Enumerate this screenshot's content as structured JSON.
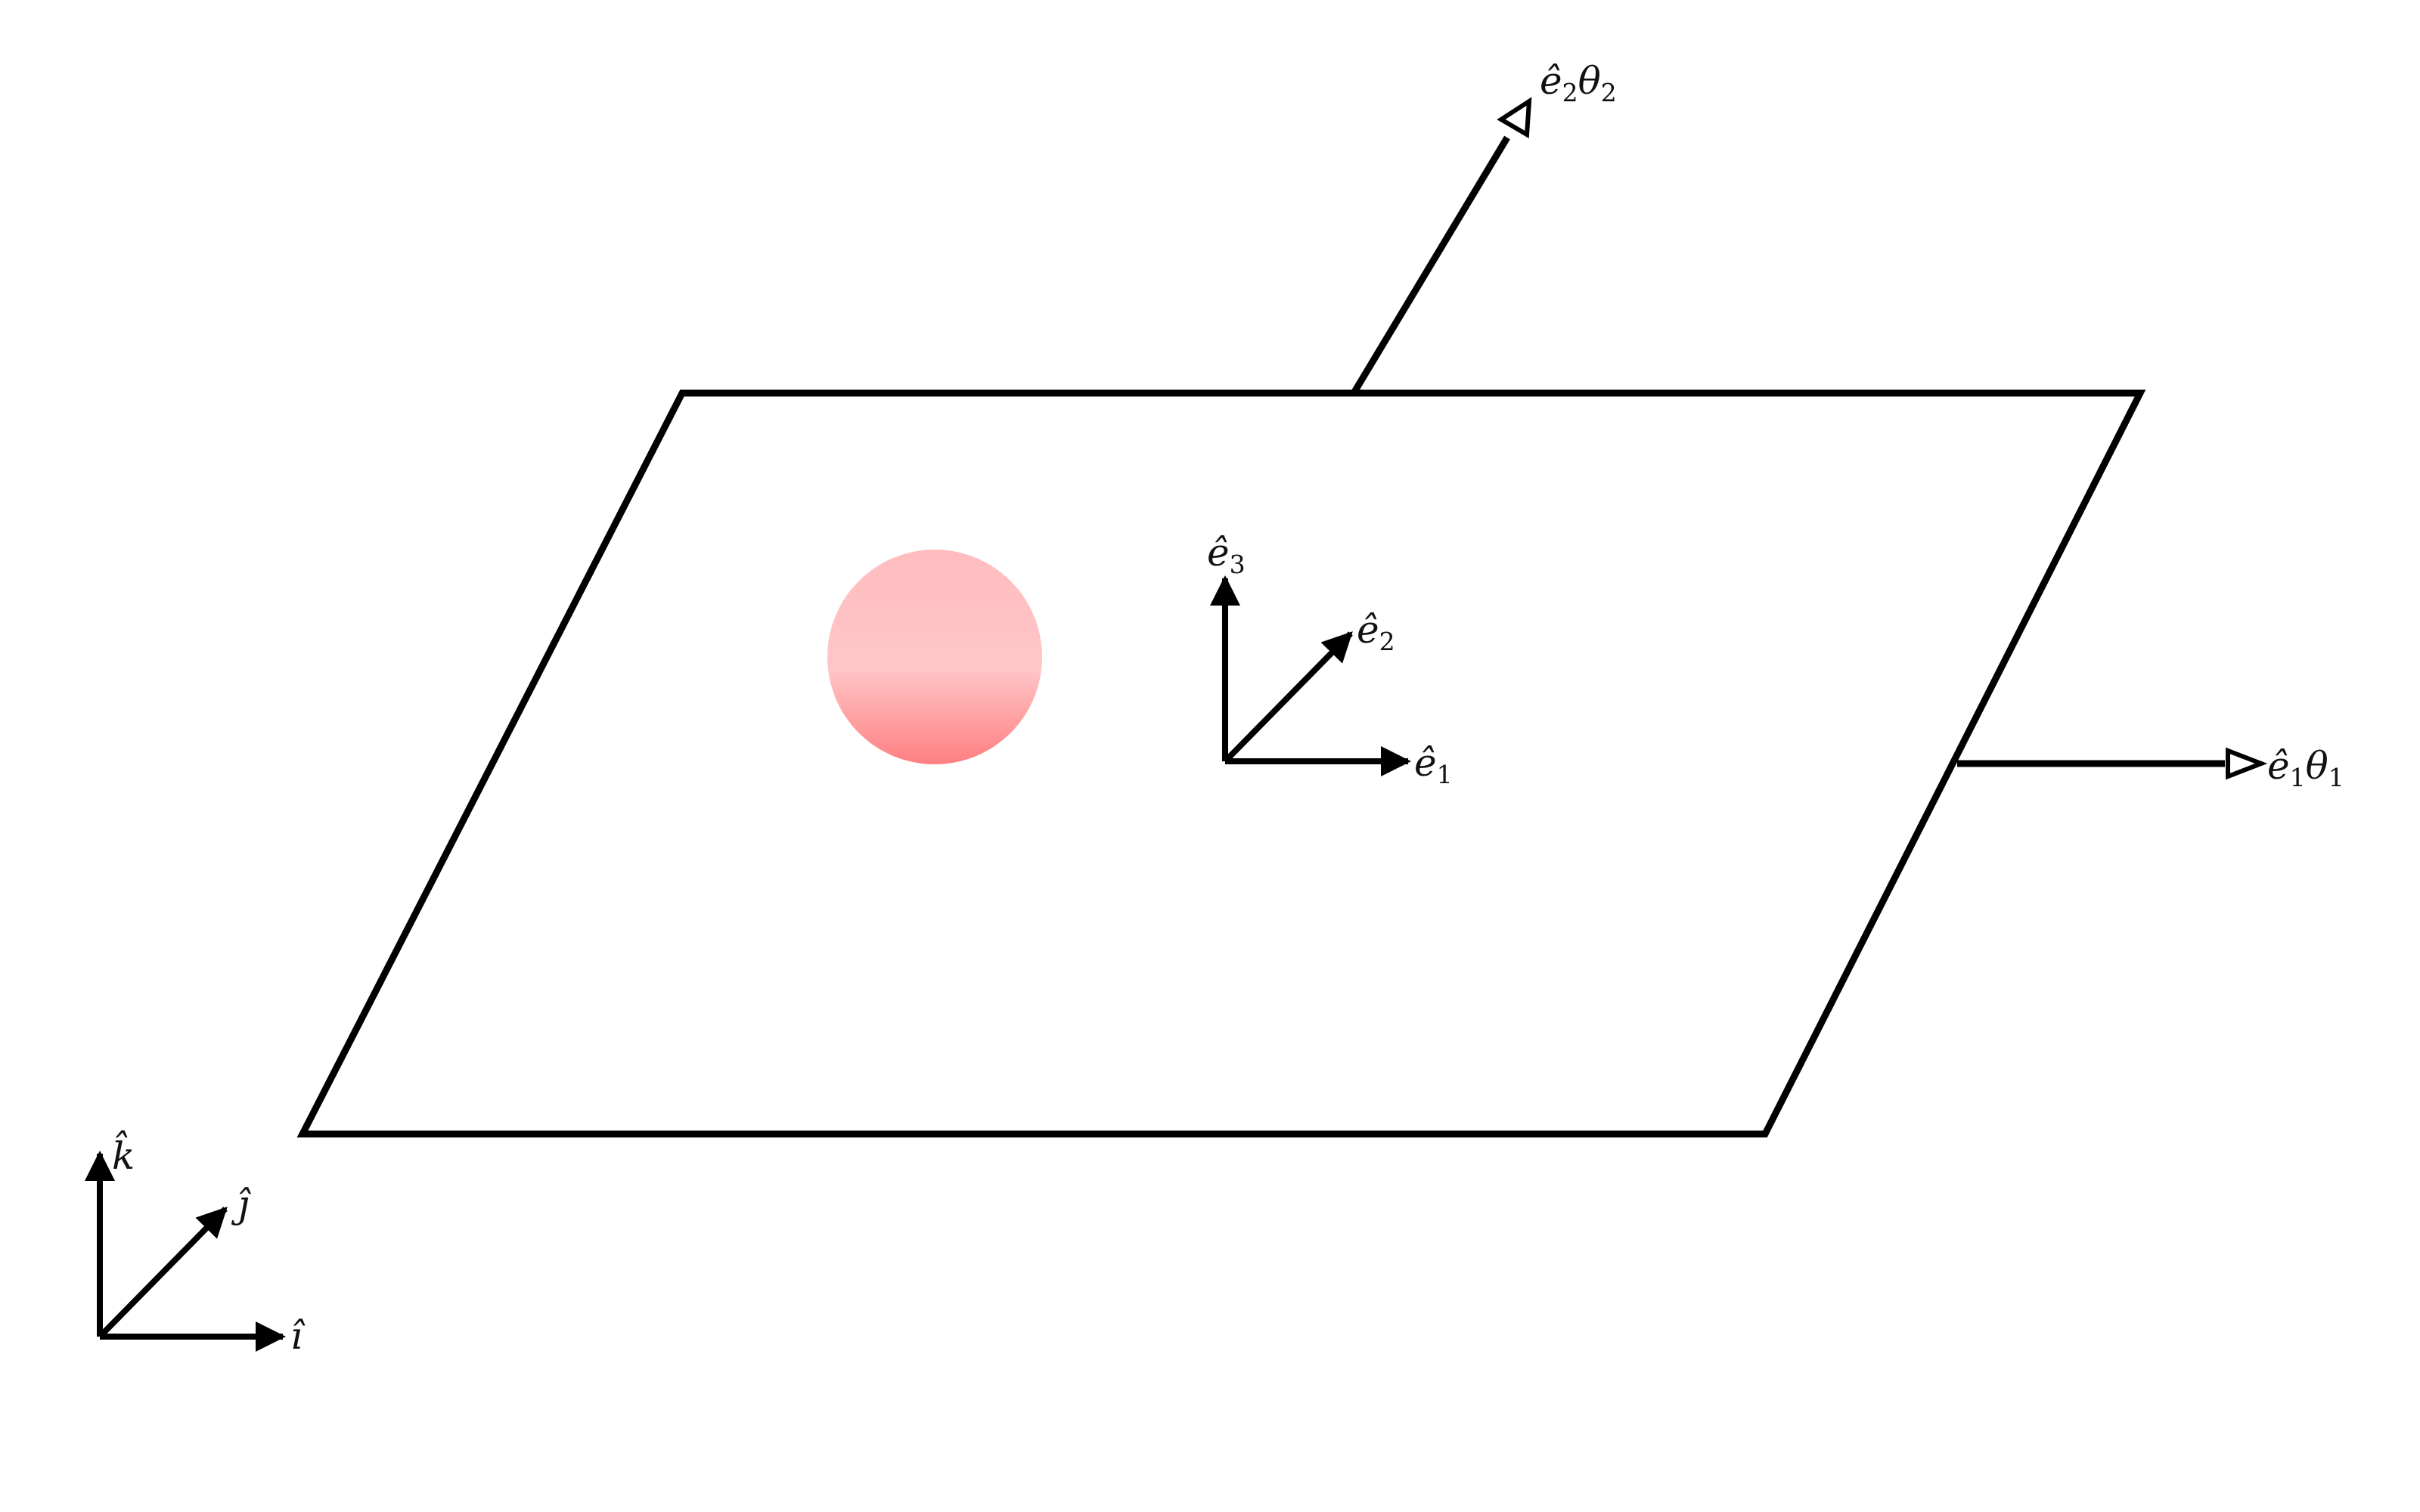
{
  "colors": {
    "stroke": "#000000",
    "sphere_light": "#ffc4c6",
    "sphere_dark": "#ff8587",
    "background": "#ffffff"
  },
  "world_frame": {
    "i_label": {
      "base": "î",
      "sub": ""
    },
    "j_label": {
      "base": "ĵ",
      "sub": ""
    },
    "k_label": {
      "base": "k̂",
      "sub": ""
    }
  },
  "body_frame": {
    "e1_label": {
      "base": "ê",
      "sub": "1"
    },
    "e2_label": {
      "base": "ê",
      "sub": "2"
    },
    "e3_label": {
      "base": "ê",
      "sub": "3"
    }
  },
  "rotations": {
    "theta1_label": {
      "base": "ê",
      "sub": "1",
      "base2": "θ",
      "sub2": "1"
    },
    "theta2_label": {
      "base": "ê",
      "sub": "2",
      "base2": "θ",
      "sub2": "2"
    }
  }
}
